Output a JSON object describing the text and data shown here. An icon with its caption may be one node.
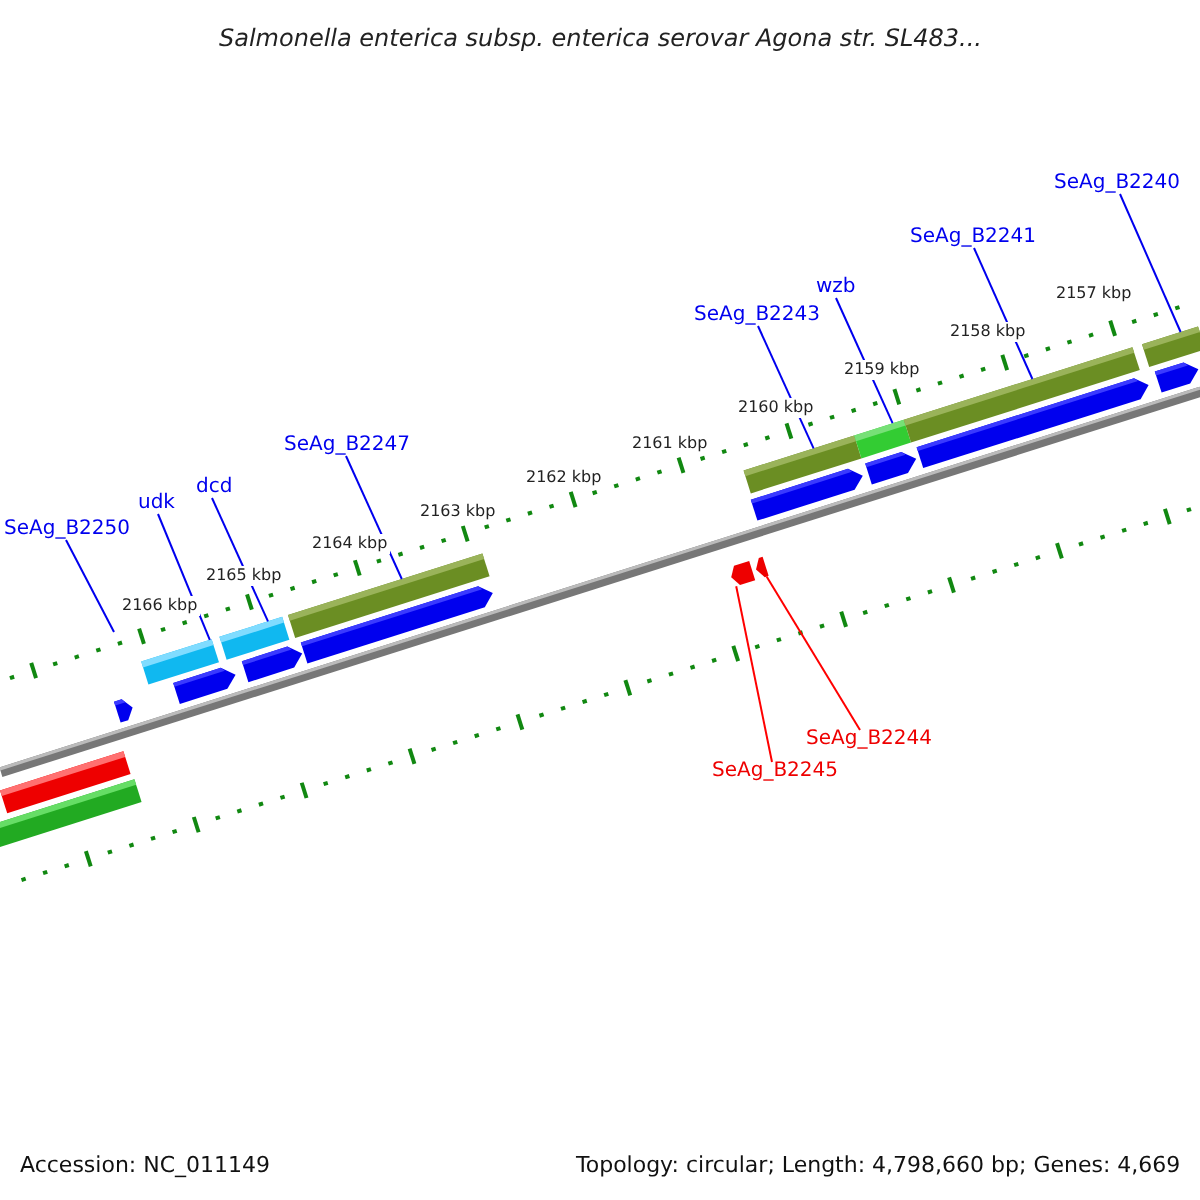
{
  "diagram": {
    "title": "Salmonella enterica subsp. enterica serovar Agona str. SL483...",
    "nodes": [
      {
        "text": [
          "SeAg_B2250"
        ]
      },
      {
        "text": [
          "udk"
        ]
      },
      {
        "text": [
          "dcd"
        ]
      },
      {
        "text": [
          "SeAg_B2247"
        ]
      },
      {
        "text": [
          "SeAg_B2243"
        ]
      },
      {
        "text": [
          "wzb"
        ]
      },
      {
        "text": [
          "SeAg_B2241"
        ]
      },
      {
        "text": [
          "SeAg_B2240"
        ]
      },
      {
        "text": [
          "SeAg_B2244"
        ]
      },
      {
        "text": [
          "SeAg_B2245"
        ]
      },
      {
        "text": [],
        "shape": "bar"
      },
      {
        "text": [],
        "shape": "bar"
      },
      {
        "text": [],
        "shape": "bar"
      },
      {
        "text": [],
        "shape": "bar"
      },
      {
        "text": [],
        "shape": "bar"
      },
      {
        "text": [],
        "shape": "bar"
      },
      {
        "text": [],
        "shape": "bar"
      },
      {
        "text": [],
        "shape": "arrow"
      },
      {
        "text": [],
        "shape": "arrow"
      }
    ],
    "edges": [
      {
        "from": 0,
        "to": null,
        "arrow": "none"
      },
      {
        "from": 1,
        "to": 10,
        "arrow": "none"
      },
      {
        "from": 2,
        "to": 11,
        "arrow": "none"
      },
      {
        "from": 3,
        "to": 12,
        "arrow": "none"
      },
      {
        "from": 4,
        "to": 13,
        "arrow": "none"
      },
      {
        "from": 5,
        "to": 14,
        "arrow": "none"
      },
      {
        "from": 6,
        "to": 15,
        "arrow": "none"
      },
      {
        "from": 7,
        "to": 16,
        "arrow": "none"
      },
      {
        "from": 8,
        "to": 18,
        "arrow": "none",
        "color": "#ff0000"
      },
      {
        "from": 9,
        "to": 17,
        "arrow": "none",
        "color": "#ff0000"
      }
    ],
    "labels": [
      "2157 kbp",
      "2158 kbp",
      "2159 kbp",
      "2160 kbp",
      "2161 kbp",
      "2162 kbp",
      "2163 kbp",
      "2164 kbp",
      "2165 kbp",
      "2166 kbp",
      "Accession: NC_011149",
      "Topology: circular; Length: 4,798,660 bp; Genes: 4,669"
    ]
  }
}
